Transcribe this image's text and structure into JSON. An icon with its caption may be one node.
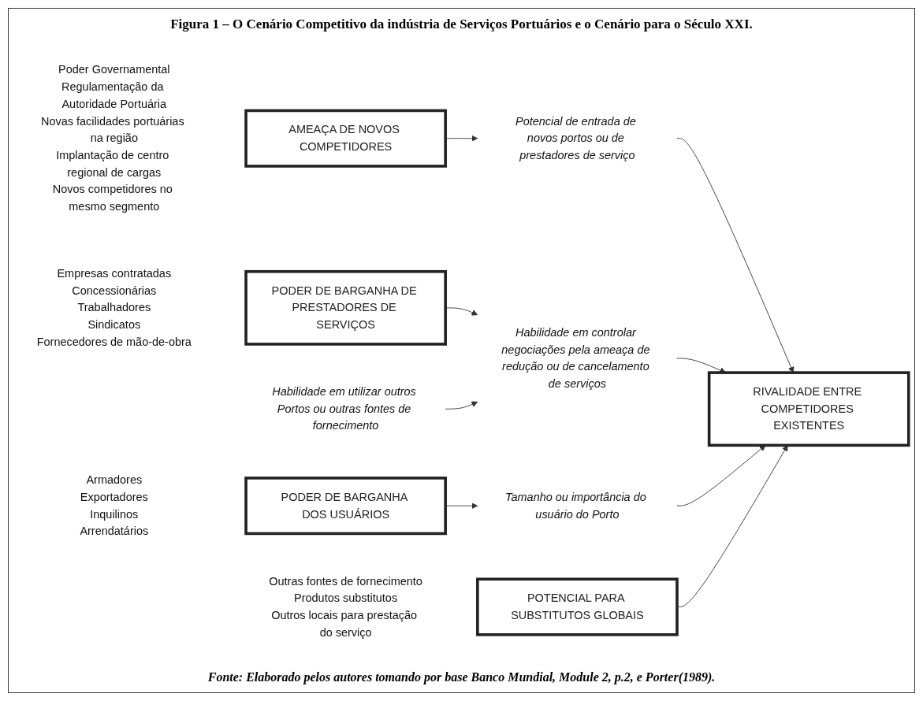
{
  "diagram": {
    "title": "Figura 1 – O Cenário Competitivo da indústria de Serviços Portuários e o Cenário para o Século XXI.",
    "caption": "Fonte: Elaborado pelos autores tomando por base Banco Mundial, Module 2, p.2, e Porter(1989).",
    "nodes": [
      {
        "text": [
          "AMEAÇA DE NOVOS COMPETIDORES"
        ],
        "beside": [
          "Poder Governamental",
          "Regulamentação da Autoridade Portuária",
          "Novas facilidades portuárias na região",
          "Implantação de centro regional de cargas",
          "Novos competidores no mesmo segmento"
        ]
      },
      {
        "text": [
          "Potencial de entrada de novos portos ou de prestadores de serviço"
        ]
      },
      {
        "text": [
          "PODER DE BARGANHA DE PRESTADORES DE SERVIÇOS"
        ],
        "beside": [
          "Empresas contratadas",
          "Concessionárias",
          "Trabalhadores",
          "Sindicatos",
          "Fornecedores de mão-de-obra"
        ]
      },
      {
        "text": [
          "Habilidade em controlar negociações pela ameaça de redução ou de cancelamento de serviços"
        ]
      },
      {
        "text": [
          "RIVALIDADE ENTRE COMPETIDORES EXISTENTES"
        ]
      },
      {
        "text": [
          "Tamanho ou importância do usuário do Porto"
        ]
      },
      {
        "text": [
          "PODER DE BARGANHA DOS USUÁRIOS"
        ],
        "beside": [
          "Armadores",
          "Exportadores",
          "Inquilinos",
          "Arrendatários"
        ]
      },
      {
        "text": [
          "Habilidade em utilizar outros Portos ou outras fontes de fornecimento"
        ]
      },
      {
        "text": [
          "POTENCIAL PARA SUBSTITUTOS GLOBAIS"
        ],
        "beside": [
          "Outras fontes de fornecimento",
          "Produtos substitutos",
          "Outros locais para prestação do serviço"
        ]
      }
    ],
    "edges": [
      {
        "from": 0,
        "to": 1,
        "arrow": "to"
      },
      {
        "from": 1,
        "to": 4,
        "arrow": "to"
      },
      {
        "from": 2,
        "to": 3,
        "arrow": "to"
      },
      {
        "from": 3,
        "to": 4,
        "arrow": "to"
      },
      {
        "from": 6,
        "to": 5,
        "arrow": "to"
      },
      {
        "from": 5,
        "to": 4,
        "arrow": "to"
      },
      {
        "from": 7,
        "to": 3,
        "arrow": "to"
      },
      {
        "from": 8,
        "to": 4,
        "arrow": "to"
      }
    ]
  }
}
